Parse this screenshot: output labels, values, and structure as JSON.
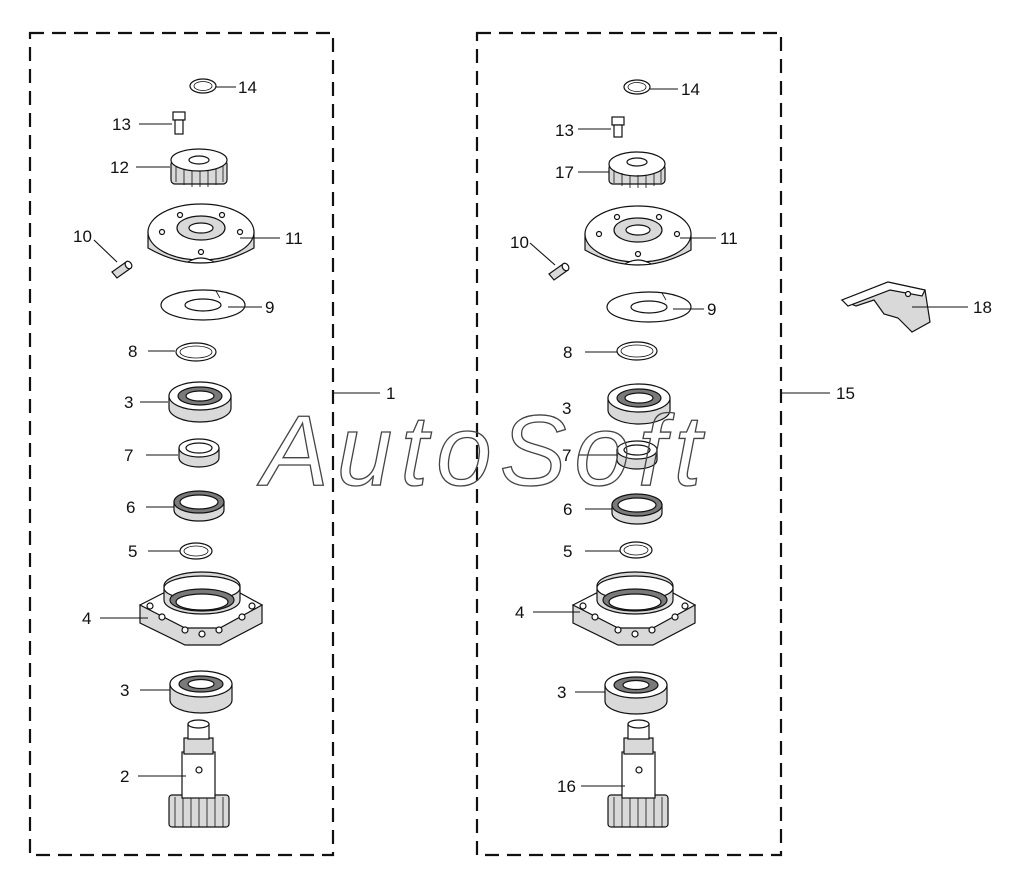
{
  "watermark": "AutoSoft",
  "assemblies": [
    {
      "label": "1",
      "parts": [
        "14",
        "13",
        "12",
        "10",
        "11",
        "9",
        "8",
        "3",
        "7",
        "6",
        "5",
        "4",
        "3",
        "2"
      ]
    },
    {
      "label": "15",
      "parts": [
        "14",
        "13",
        "17",
        "10",
        "11",
        "9",
        "8",
        "3",
        "7",
        "6",
        "5",
        "4",
        "3",
        "16"
      ]
    }
  ],
  "separate_part": "18"
}
